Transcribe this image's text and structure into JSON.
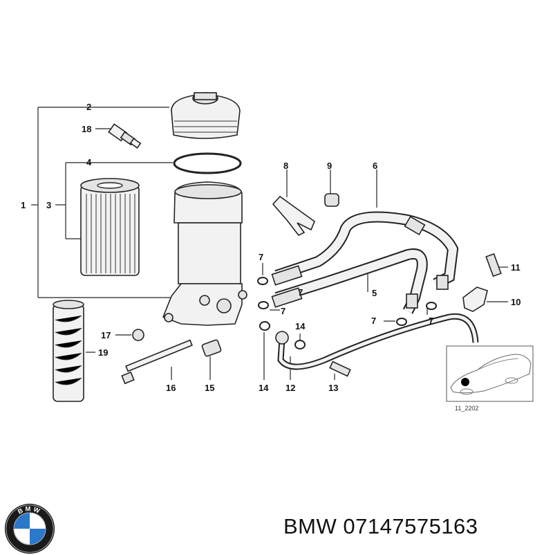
{
  "callouts": [
    "1",
    "2",
    "3",
    "4",
    "5",
    "6",
    "7",
    "7",
    "7",
    "7",
    "7",
    "8",
    "9",
    "10",
    "11",
    "12",
    "13",
    "14",
    "14",
    "15",
    "16",
    "17",
    "18",
    "19"
  ],
  "inset": {
    "label": "11_2202"
  },
  "brand": {
    "name": "BMW",
    "logo_text": "BMW"
  },
  "caption": {
    "brand": "BMW",
    "part_number": "07147575163"
  }
}
